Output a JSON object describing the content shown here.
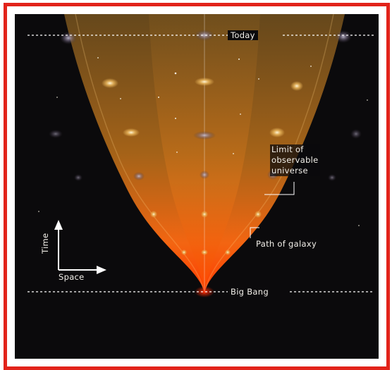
{
  "labels": {
    "today": "Today",
    "limit_line1": "Limit of",
    "limit_line2": "observable",
    "limit_line3": "universe",
    "path_of_galaxy": "Path of galaxy",
    "big_bang": "Big Bang",
    "axis_time": "Time",
    "axis_space": "Space"
  },
  "colors": {
    "frame": "#e2231a",
    "background": "#0b0a0c",
    "cone_core": "#ff5a10",
    "cone_edge": "#c89a3a",
    "text": "#f2efe9"
  }
}
